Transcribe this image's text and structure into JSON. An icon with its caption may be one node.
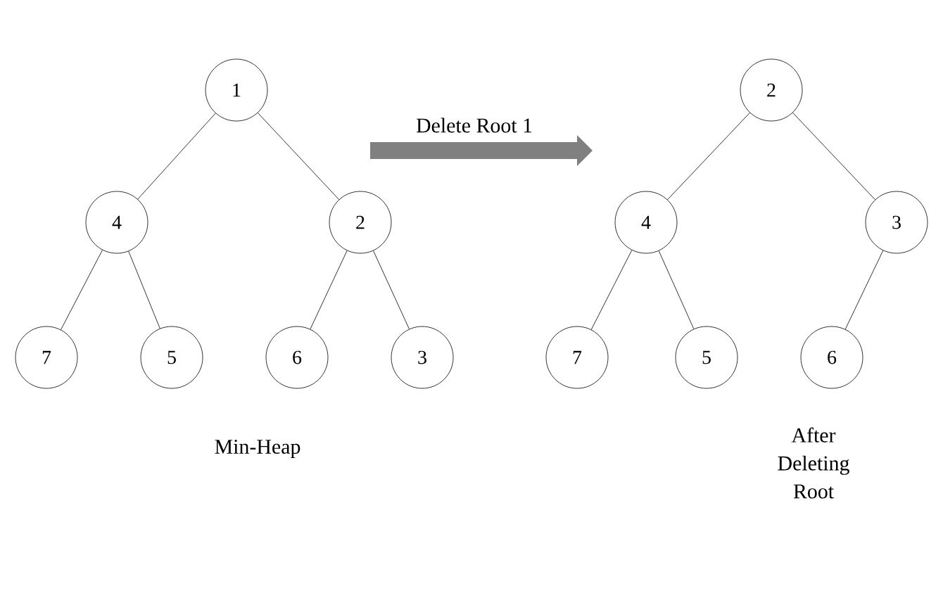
{
  "diagram": {
    "nodes": [
      {
        "text": [
          "1"
        ]
      },
      {
        "text": [
          "4"
        ]
      },
      {
        "text": [
          "2"
        ]
      },
      {
        "text": [
          "7"
        ]
      },
      {
        "text": [
          "5"
        ]
      },
      {
        "text": [
          "6"
        ]
      },
      {
        "text": [
          "3"
        ]
      },
      {
        "text": [
          "2"
        ]
      },
      {
        "text": [
          "4"
        ]
      },
      {
        "text": [
          "3"
        ]
      },
      {
        "text": [
          "7"
        ]
      },
      {
        "text": [
          "5"
        ]
      },
      {
        "text": [
          "6"
        ]
      }
    ],
    "edges": [
      {
        "from": 0,
        "to": 1,
        "arrow": "none"
      },
      {
        "from": 0,
        "to": 2,
        "arrow": "none"
      },
      {
        "from": 1,
        "to": 3,
        "arrow": "none"
      },
      {
        "from": 1,
        "to": 4,
        "arrow": "none"
      },
      {
        "from": 2,
        "to": 5,
        "arrow": "none"
      },
      {
        "from": 2,
        "to": 6,
        "arrow": "none"
      },
      {
        "from": 7,
        "to": 8,
        "arrow": "none"
      },
      {
        "from": 7,
        "to": 9,
        "arrow": "none"
      },
      {
        "from": 8,
        "to": 10,
        "arrow": "none"
      },
      {
        "from": 8,
        "to": 11,
        "arrow": "none"
      },
      {
        "from": 9,
        "to": 12,
        "arrow": "none"
      }
    ],
    "labels": [
      "Delete Root 1",
      "Min-Heap",
      "After Deleting Root"
    ]
  }
}
